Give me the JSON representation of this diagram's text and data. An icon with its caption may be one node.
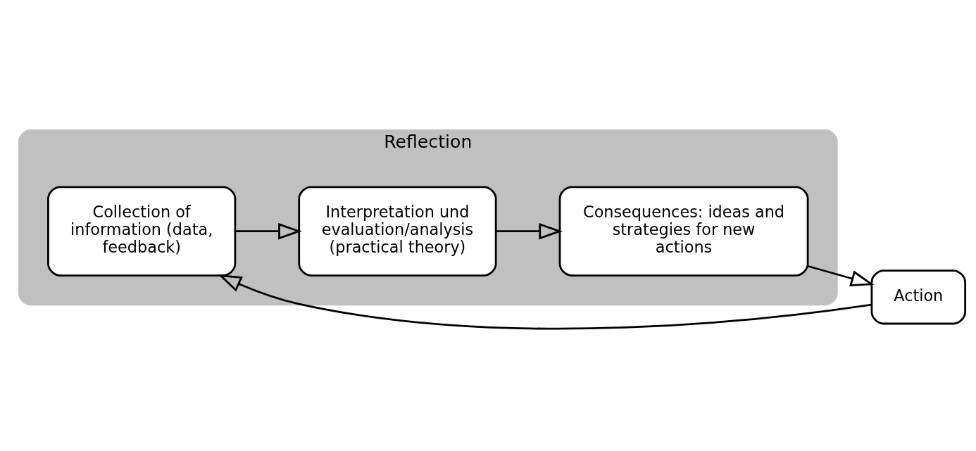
{
  "diagram": {
    "nodes": [
      {
        "text": [
          "Action"
        ]
      },
      {
        "text": [
          "Reflection"
        ]
      },
      {
        "text": [
          "Collection of information (data, feedback)"
        ],
        "in": 1
      },
      {
        "text": [
          "Interpretation und evaluation/analysis (practical theory)"
        ],
        "in": 1
      },
      {
        "text": [
          "Consequences: ideas and strategies for new actions"
        ],
        "in": 1
      }
    ],
    "edges": [
      {
        "from": 0,
        "to": 2,
        "arrow": "to"
      },
      {
        "from": 2,
        "to": 3,
        "arrow": "to"
      },
      {
        "from": 3,
        "to": 4,
        "arrow": "to"
      },
      {
        "from": 4,
        "to": 0,
        "arrow": "to"
      }
    ]
  }
}
